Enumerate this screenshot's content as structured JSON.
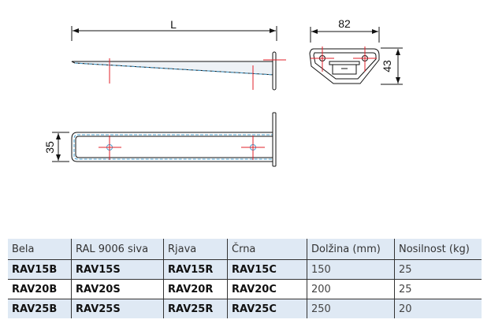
{
  "dimensions": {
    "length": "L",
    "width": "82",
    "height_front": "43",
    "height_side": "35"
  },
  "table": {
    "headers": [
      "Bela",
      "RAL 9006 siva",
      "Rjava",
      "Črna",
      "Dolžina (mm)",
      "Nosilnost (kg)"
    ],
    "rows": [
      [
        "RAV15B",
        "RAV15S",
        "RAV15R",
        "RAV15C",
        "150",
        "25"
      ],
      [
        "RAV20B",
        "RAV20S",
        "RAV20R",
        "RAV20C",
        "200",
        "25"
      ],
      [
        "RAV25B",
        "RAV25S",
        "RAV25R",
        "RAV25C",
        "250",
        "20"
      ]
    ]
  },
  "colors": {
    "centerline": "#e0202a",
    "hidden_line": "#4aa0d0",
    "table_fill": "#dfe9f4"
  }
}
